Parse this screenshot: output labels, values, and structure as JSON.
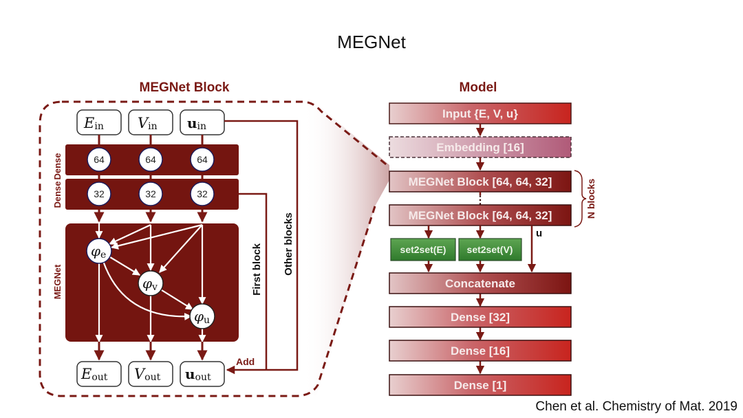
{
  "title": "MEGNet",
  "citation": "Chen et al. Chemistry of Mat. 2019",
  "colors": {
    "dark_red": "#7a1a15",
    "block_fill": "#741510",
    "gradient_start": "#e8cccd",
    "gradient_end": "#c8241e",
    "green": "#3f8a3a"
  },
  "block_panel": {
    "heading": "MEGNet Block",
    "inputs": [
      {
        "base": "E",
        "sub": "in",
        "bold": false
      },
      {
        "base": "V",
        "sub": "in",
        "bold": false
      },
      {
        "base": "u",
        "sub": "in",
        "bold": true
      }
    ],
    "outputs": [
      {
        "base": "E",
        "sub": "out",
        "bold": false
      },
      {
        "base": "V",
        "sub": "out",
        "bold": false
      },
      {
        "base": "u",
        "sub": "out",
        "bold": true
      }
    ],
    "dense_labels": [
      "Dense",
      "Dense"
    ],
    "megnet_label": "MEGNet",
    "dense1_units": [
      "64",
      "64",
      "64"
    ],
    "dense2_units": [
      "32",
      "32",
      "32"
    ],
    "phi_nodes": [
      {
        "base": "φ",
        "sub": "e"
      },
      {
        "base": "φ",
        "sub": "v"
      },
      {
        "base": "φ",
        "sub": "u"
      }
    ],
    "first_block_label": "First block",
    "other_blocks_label": "Other blocks",
    "add_label": "Add"
  },
  "model_panel": {
    "heading": "Model",
    "layers": [
      {
        "label": "Input {E, V, u}",
        "style": "solid"
      },
      {
        "label": "Embedding [16]",
        "style": "dashed"
      },
      {
        "label": "MEGNet Block [64, 64, 32]",
        "style": "dark"
      },
      {
        "label": "MEGNet Block [64, 64, 32]",
        "style": "dark"
      },
      {
        "label": "Concatenate",
        "style": "solid"
      },
      {
        "label": "Dense [32]",
        "style": "solid"
      },
      {
        "label": "Dense [16]",
        "style": "solid"
      },
      {
        "label": "Dense [1]",
        "style": "solid"
      }
    ],
    "set2set": [
      "set2set(E)",
      "set2set(V)"
    ],
    "n_blocks_label": "N blocks",
    "u_label": "u",
    "ellipsis": "⋮"
  }
}
